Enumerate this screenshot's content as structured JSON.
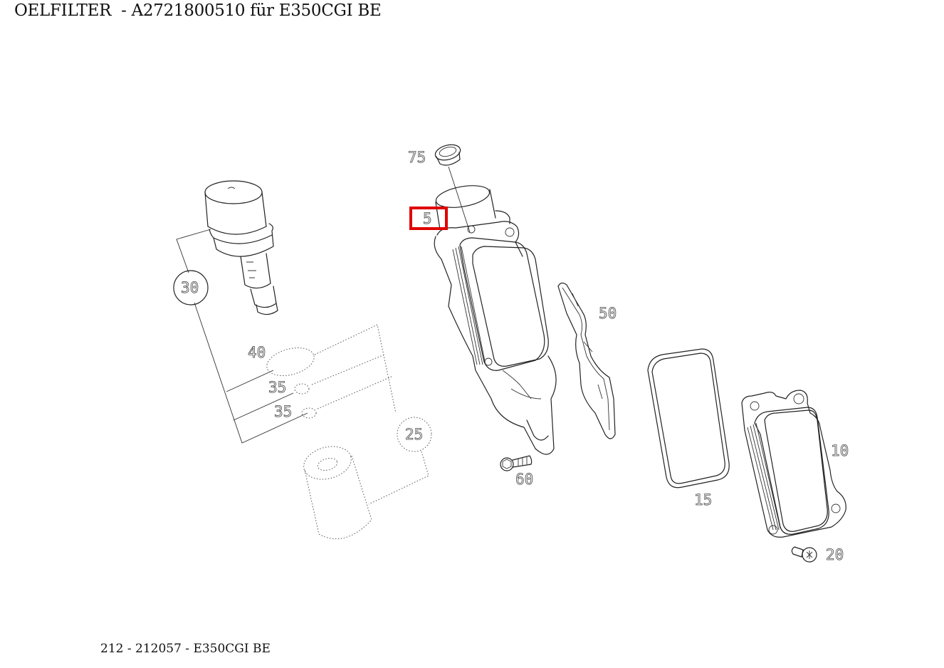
{
  "header": {
    "title": "OELFILTER  - A2721800510 für E350CGI BE"
  },
  "footer": {
    "caption": "212 - 212057 - E350CGI BE"
  },
  "diagram": {
    "highlight_color": "#e00000",
    "highlighted_part": "5",
    "callouts": [
      {
        "id": "5",
        "label": "5"
      },
      {
        "id": "10",
        "label": "10"
      },
      {
        "id": "15",
        "label": "15"
      },
      {
        "id": "20",
        "label": "20"
      },
      {
        "id": "25",
        "label": "25"
      },
      {
        "id": "30",
        "label": "30"
      },
      {
        "id": "35a",
        "label": "35"
      },
      {
        "id": "35b",
        "label": "35"
      },
      {
        "id": "40",
        "label": "40"
      },
      {
        "id": "50",
        "label": "50"
      },
      {
        "id": "60",
        "label": "60"
      },
      {
        "id": "75",
        "label": "75"
      }
    ]
  }
}
